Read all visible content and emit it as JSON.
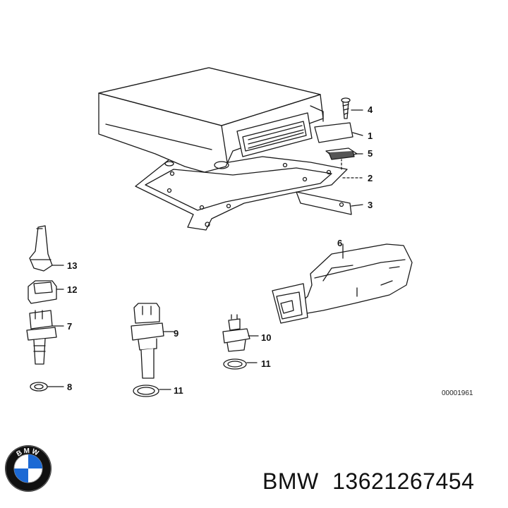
{
  "diagram": {
    "callouts": [
      {
        "id": "c4",
        "text": "4"
      },
      {
        "id": "c1",
        "text": "1"
      },
      {
        "id": "c5",
        "text": "5"
      },
      {
        "id": "c2",
        "text": "2"
      },
      {
        "id": "c3",
        "text": "3"
      },
      {
        "id": "c6",
        "text": "6"
      },
      {
        "id": "c13",
        "text": "13"
      },
      {
        "id": "c12",
        "text": "12"
      },
      {
        "id": "c7",
        "text": "7"
      },
      {
        "id": "c9",
        "text": "9"
      },
      {
        "id": "c10",
        "text": "10"
      },
      {
        "id": "c11a",
        "text": "11"
      },
      {
        "id": "c8",
        "text": "8"
      },
      {
        "id": "c11b",
        "text": "11"
      }
    ],
    "reference_number": "00001961"
  },
  "footer": {
    "brand": "BMW",
    "part_number": "13621267454",
    "logo_letters": "BMW"
  },
  "colors": {
    "line": "#1a1a1a",
    "logo_blue": "#1c69d4",
    "logo_ring": "#111111"
  }
}
